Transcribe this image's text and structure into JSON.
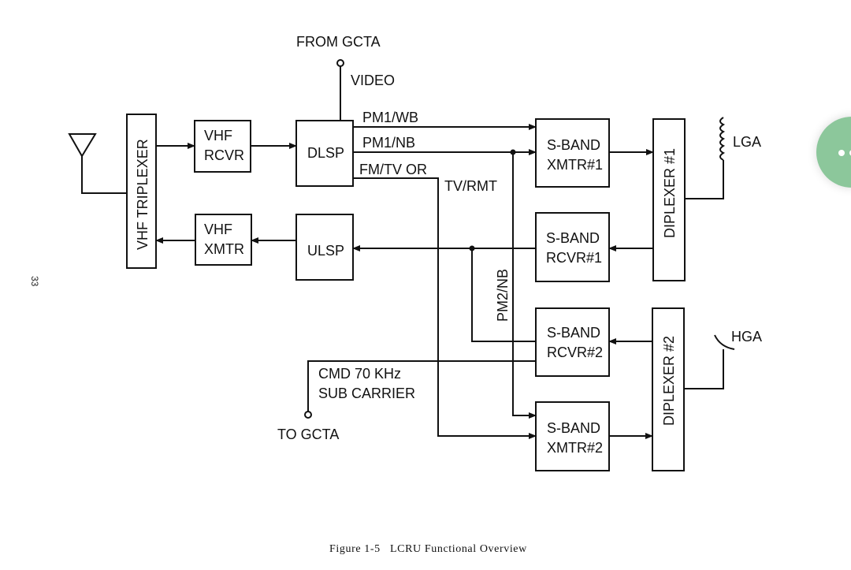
{
  "page_number": "33",
  "blocks": {
    "vhf_triplexer": "VHF TRIPLEXER",
    "vhf_rcvr": [
      "VHF",
      "RCVR"
    ],
    "vhf_xmtr": [
      "VHF",
      "XMTR"
    ],
    "dlsp": "DLSP",
    "ulsp": "ULSP",
    "sband_xmtr1": [
      "S-BAND",
      "XMTR#1"
    ],
    "sband_rcvr1": [
      "S-BAND",
      "RCVR#1"
    ],
    "sband_rcvr2": [
      "S-BAND",
      "RCVR#2"
    ],
    "sband_xmtr2": [
      "S-BAND",
      "XMTR#2"
    ],
    "diplexer1": "DIPLEXER #1",
    "diplexer2": "DIPLEXER #2"
  },
  "signals": {
    "from_gcta": "FROM GCTA",
    "video": "VIDEO",
    "pm1_wb": "PM1/WB",
    "pm1_nb": "PM1/NB",
    "fmtv_or": "FM/TV OR",
    "tv_rmt": "TV/RMT",
    "pm2_nb": "PM2/NB",
    "cmd": [
      "CMD 70 KHz",
      "SUB CARRIER"
    ],
    "to_gcta": "TO GCTA",
    "lga": "LGA",
    "hga": "HGA"
  },
  "caption": "Figure 1-5   LCRU Functional Overview",
  "colors": {
    "line": "#111111",
    "fab": "#8cc79b"
  },
  "fab_icon": "more-dots-icon"
}
